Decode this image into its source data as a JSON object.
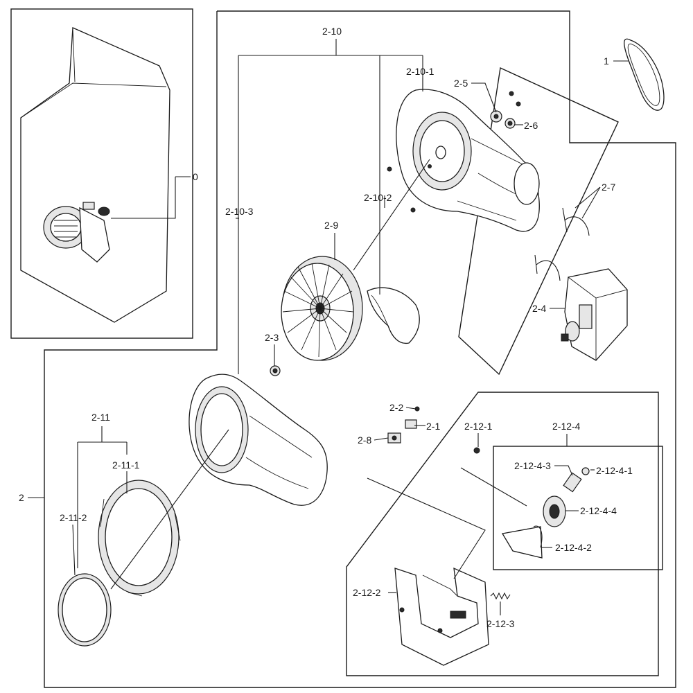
{
  "labels": {
    "l0": "0",
    "l1": "1",
    "l2": "2",
    "l2_1": "2-1",
    "l2_2": "2-2",
    "l2_3": "2-3",
    "l2_4": "2-4",
    "l2_5": "2-5",
    "l2_6": "2-6",
    "l2_7": "2-7",
    "l2_8": "2-8",
    "l2_9": "2-9",
    "l2_10": "2-10",
    "l2_10_1": "2-10-1",
    "l2_10_2": "2-10-2",
    "l2_10_3": "2-10-3",
    "l2_11": "2-11",
    "l2_11_1": "2-11-1",
    "l2_11_2": "2-11-2",
    "l2_12_1": "2-12-1",
    "l2_12_2": "2-12-2",
    "l2_12_3": "2-12-3",
    "l2_12_4": "2-12-4",
    "l2_12_4_1": "2-12-4-1",
    "l2_12_4_2": "2-12-4-2",
    "l2_12_4_3": "2-12-4-3",
    "l2_12_4_4": "2-12-4-4"
  }
}
